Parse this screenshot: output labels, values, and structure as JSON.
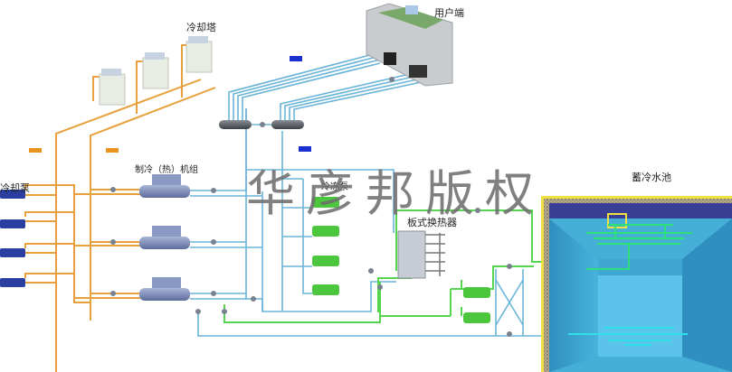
{
  "diagram": {
    "title": "蓄冷水池系统流程图",
    "watermark": "华彦邦版权",
    "labels": {
      "cooling_tower": "冷却塔",
      "user_end": "用户端",
      "cooling_pump": "冷却泵",
      "chiller_unit": "制冷（热）机组",
      "chilled_pump": "冷冻泵",
      "plate_heat_exchanger": "板式换热器",
      "storage_tank": "蓄冷水池"
    },
    "counts": {
      "cooling_towers": 3,
      "cooling_pumps": 4,
      "chillers": 3,
      "chilled_pumps": 4,
      "storage_pumps": 2
    },
    "colors": {
      "cooling_water_pipe": "#e8a03c",
      "chilled_water_pipe": "#6ab4d8",
      "storage_loop_pipe": "#56d650",
      "tank_water": "#3aa8d0",
      "tank_frame": "#f0e040",
      "meter_display": "#1a2fd0"
    }
  }
}
